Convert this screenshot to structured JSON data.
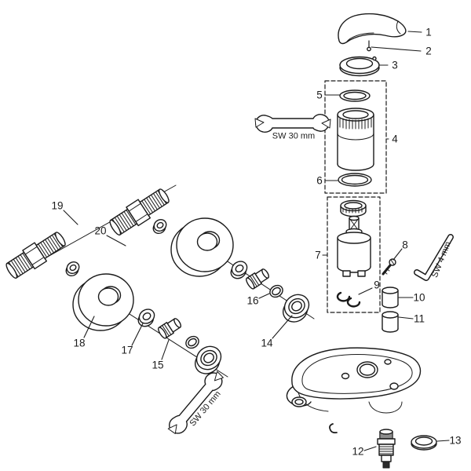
{
  "diagram": {
    "callouts": [
      "1",
      "2",
      "3",
      "4",
      "5",
      "6",
      "7",
      "8",
      "9",
      "10",
      "11",
      "12",
      "13",
      "14",
      "15",
      "16",
      "17",
      "18",
      "19",
      "20"
    ],
    "tools": {
      "wrench_top_label": "SW 30 mm",
      "wrench_bottom_label": "SW 30 mm",
      "allen_key_label": "SW 4 mm"
    }
  }
}
